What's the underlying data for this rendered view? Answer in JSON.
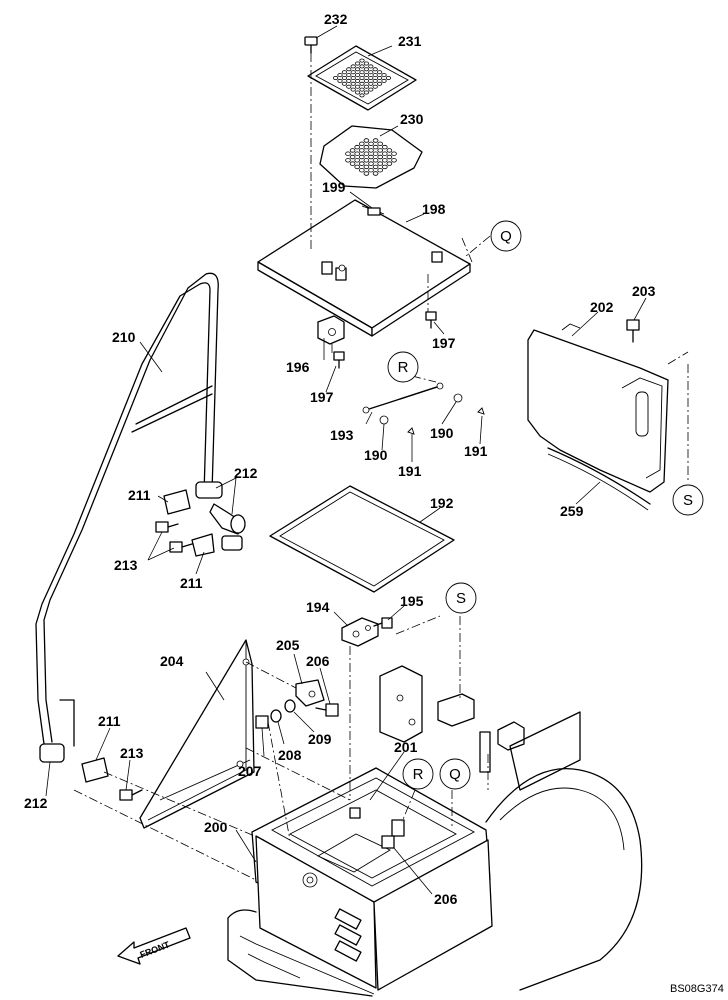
{
  "diagram_code": "BS08G374",
  "front_label": "FRONT",
  "callouts": {
    "p232": "232",
    "p231": "231",
    "p230": "230",
    "p199": "199",
    "p198": "198",
    "p197a": "197",
    "p197b": "197",
    "p196": "196",
    "p193": "193",
    "p190a": "190",
    "p190b": "190",
    "p191a": "191",
    "p191b": "191",
    "p192": "192",
    "p194": "194",
    "p195": "195",
    "p202": "202",
    "p203": "203",
    "p259": "259",
    "p210": "210",
    "p211a": "211",
    "p211b": "211",
    "p211c": "211",
    "p212a": "212",
    "p212b": "212",
    "p213a": "213",
    "p213b": "213",
    "p204": "204",
    "p205": "205",
    "p206a": "206",
    "p206b": "206",
    "p207": "207",
    "p208": "208",
    "p209": "209",
    "p200": "200",
    "p201": "201"
  },
  "refs": {
    "q_top": "Q",
    "r_top": "R",
    "s_right": "S",
    "s_mid": "S",
    "r_bottom": "R",
    "q_bottom": "Q"
  }
}
